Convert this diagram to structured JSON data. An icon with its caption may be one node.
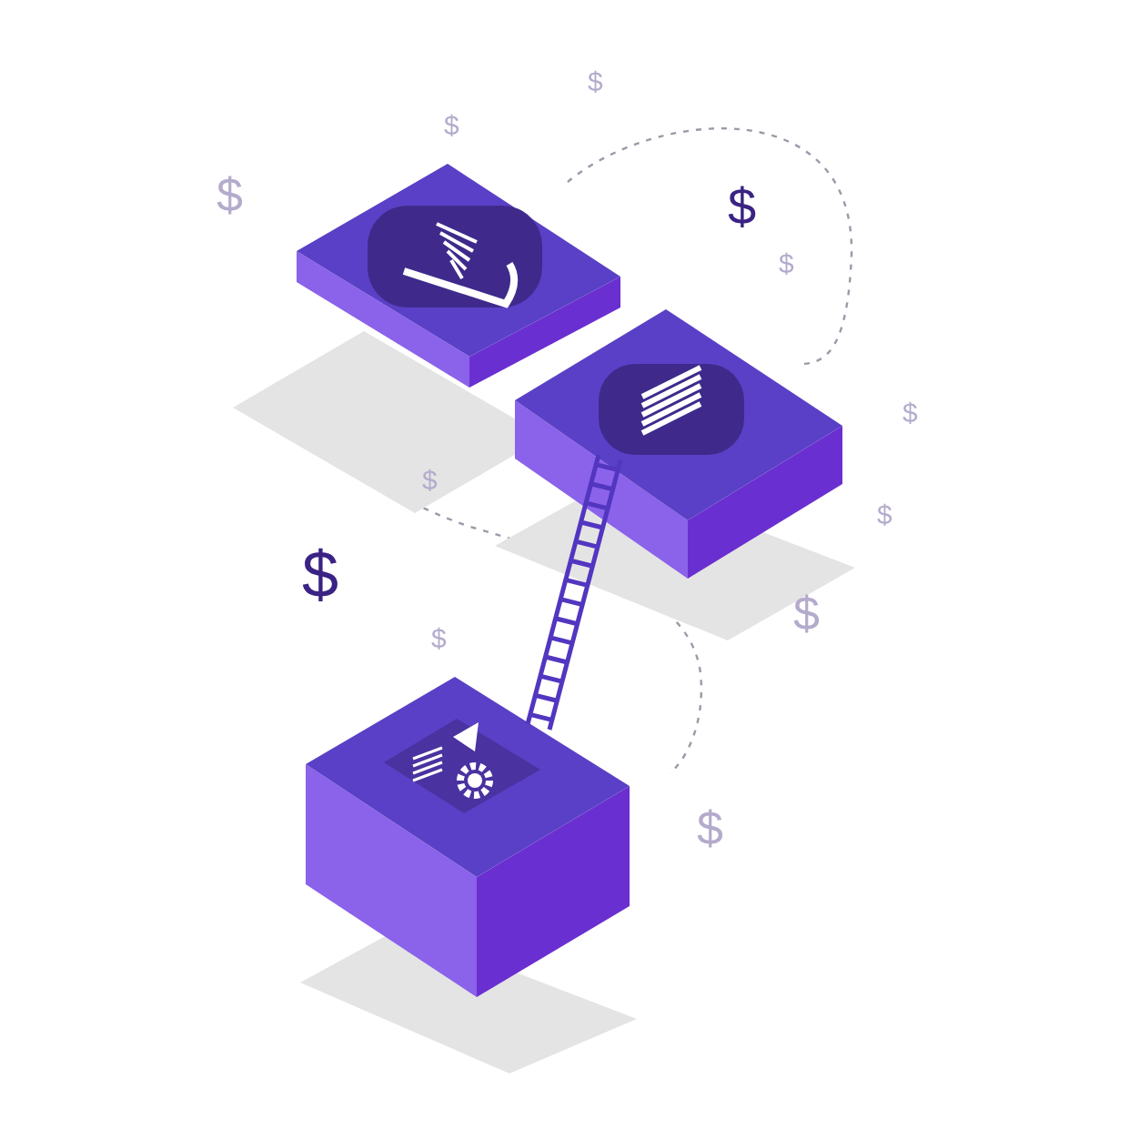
{
  "diagram": {
    "nodes": [
      {
        "text": [],
        "shape": "box"
      },
      {
        "text": [],
        "shape": "box"
      },
      {
        "text": [],
        "shape": "box"
      }
    ],
    "edges": [
      {
        "from": 1,
        "to": 2,
        "arrow": "none"
      }
    ],
    "labels": [
      "$",
      "$",
      "$",
      "$",
      "$",
      "$",
      "$",
      "$",
      "$",
      "$",
      "$",
      "$"
    ]
  }
}
